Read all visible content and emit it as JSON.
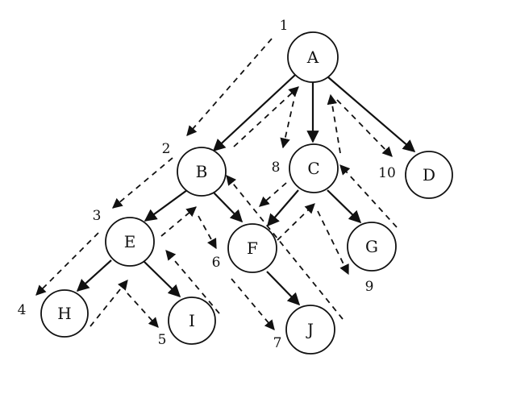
{
  "nodes": [
    {
      "id": "A",
      "label": "A"
    },
    {
      "id": "B",
      "label": "B"
    },
    {
      "id": "C",
      "label": "C"
    },
    {
      "id": "D",
      "label": "D"
    },
    {
      "id": "E",
      "label": "E"
    },
    {
      "id": "F",
      "label": "F"
    },
    {
      "id": "G",
      "label": "G"
    },
    {
      "id": "H",
      "label": "H"
    },
    {
      "id": "I",
      "label": "I"
    },
    {
      "id": "J",
      "label": "J"
    }
  ],
  "edges": [
    {
      "from": "A",
      "to": "B"
    },
    {
      "from": "A",
      "to": "C"
    },
    {
      "from": "A",
      "to": "D"
    },
    {
      "from": "B",
      "to": "E"
    },
    {
      "from": "B",
      "to": "F"
    },
    {
      "from": "C",
      "to": "F"
    },
    {
      "from": "C",
      "to": "G"
    },
    {
      "from": "E",
      "to": "H"
    },
    {
      "from": "E",
      "to": "I"
    },
    {
      "from": "F",
      "to": "J"
    }
  ],
  "traversal_steps": [
    "1",
    "2",
    "3",
    "4",
    "5",
    "6",
    "7",
    "8",
    "9",
    "10"
  ]
}
